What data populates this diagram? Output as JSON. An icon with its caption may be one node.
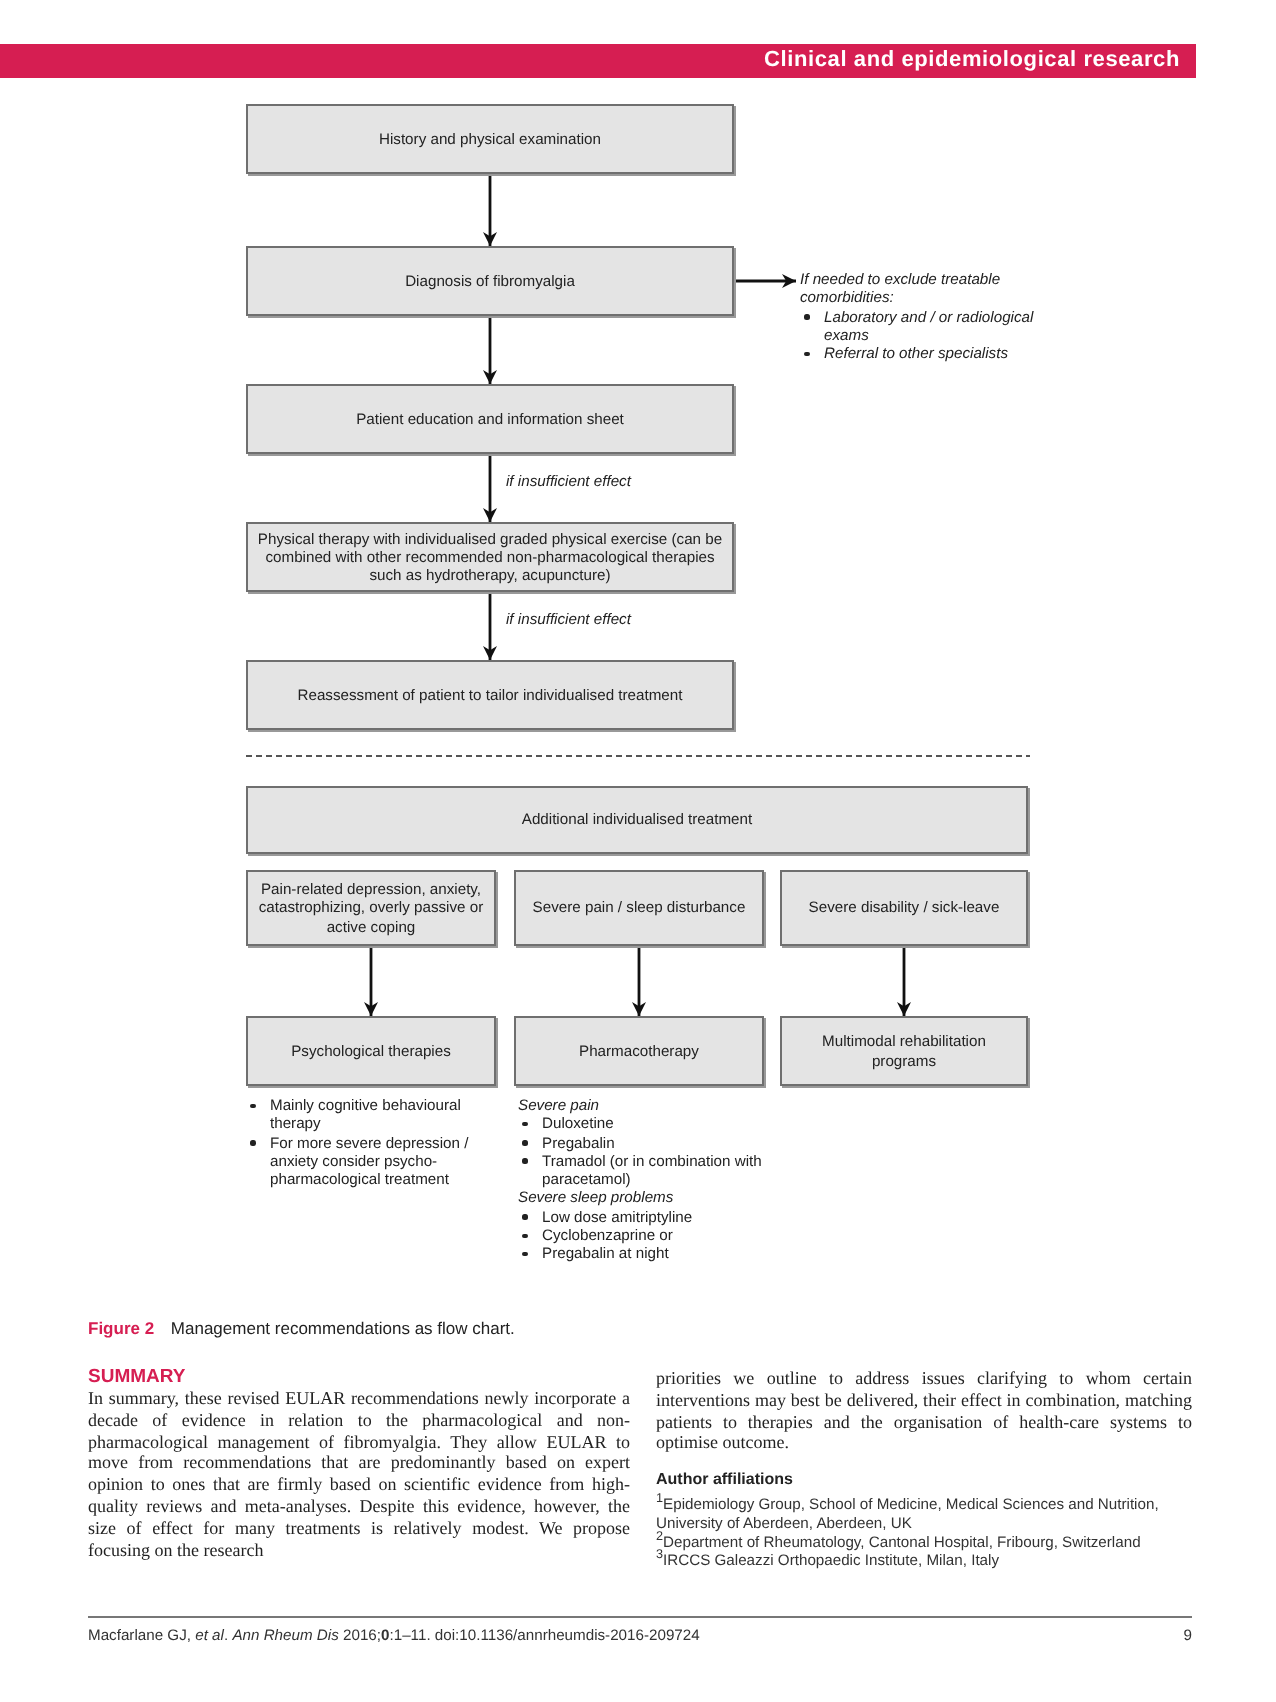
{
  "diagram": {
    "caption": "**Figure 2** Management recommendations as flow chart.",
    "nodes": [
      {
        "text": [
          "History and physical examination"
        ]
      },
      {
        "text": [
          "Diagnosis of fibromyalgia"
        ]
      },
      {
        "text": [
          "If needed to exclude treatable comorbidities:",
          "Laboratory and / or radiological exams",
          "Referral to other specialists"
        ]
      },
      {
        "text": [
          "Patient education and information sheet"
        ]
      },
      {
        "text": [
          "Physical therapy with individualised graded physical exercise (can be combined with other recommended non-pharmacological therapies such as hydrotherapy, acupuncture)"
        ]
      },
      {
        "text": [
          "Reassessment of patient to tailor individualised treatment"
        ]
      },
      {
        "text": [
          "Additional individualised treatment"
        ]
      },
      {
        "text": [
          "Pain-related depression, anxiety, catastrophizing, overly passive or active coping"
        ]
      },
      {
        "text": [
          "Severe pain / sleep disturbance"
        ]
      },
      {
        "text": [
          "Severe disability / sick-leave"
        ]
      },
      {
        "text": [
          "Psychological therapies"
        ],
        "beside": [
          "Mainly cognitive behavioural therapy",
          "For more severe depression / anxiety consider psycho-pharmacological treatment"
        ]
      },
      {
        "text": [
          "Pharmacotherapy"
        ],
        "beside": [
          "Severe pain",
          "Duloxetine",
          "Pregabalin",
          "Tramadol (or in combination with paracetamol)",
          "Severe sleep problems",
          "Low dose amitriptyline",
          "Cyclobenzaprine or",
          "Pregabalin at night"
        ]
      },
      {
        "text": [
          "Multimodal rehabilitation programs"
        ]
      }
    ],
    "edges": [
      {
        "from": 0,
        "to": 1,
        "arrow": "to"
      },
      {
        "from": 1,
        "to": 2,
        "arrow": "to"
      },
      {
        "from": 1,
        "to": 3,
        "arrow": "to"
      },
      {
        "from": 3,
        "to": 4,
        "arrow": "to",
        "label": "if insufficient effect"
      },
      {
        "from": 4,
        "to": 5,
        "arrow": "to",
        "label": "if insufficient effect"
      },
      {
        "from": 7,
        "to": 10,
        "arrow": "to"
      },
      {
        "from": 8,
        "to": 11,
        "arrow": "to"
      },
      {
        "from": 9,
        "to": 12,
        "arrow": "to"
      }
    ],
    "labels": [
      "Clinical and epidemiological research",
      "SUMMARY",
      "In summary, these revised EULAR recommendations newly incorporate a decade of evidence in relation to the pharmacological and non-pharmacological management of fibromyalgia. They allow EULAR to move from recommendations that are predominantly based on expert opinion to ones that are firmly based on scientific evidence from high-quality reviews and meta-analyses. Despite this evidence, however, the size of effect for many treatments is relatively modest. We propose focusing on the research",
      "priorities we outline to address issues clarifying to whom certain interventions may best be delivered, their effect in combination, matching patients to therapies and the organisation of health-care systems to optimise outcome.",
      "Author affiliations",
      "$^{1}$Epidemiology Group, School of Medicine, Medical Sciences and Nutrition, University of Aberdeen, Aberdeen, UK",
      "$^{2}$Department of Rheumatology, Cantonal Hospital, Fribourg, Switzerland",
      "$^{3}$IRCCS Galeazzi Orthopaedic Institute, Milan, Italy",
      "Macfarlane GJ, *et al*. *Ann Rheum Dis* 2016;**0**:1–11. doi:10.1136/annrheumdis-2016-209724",
      "9"
    ]
  }
}
